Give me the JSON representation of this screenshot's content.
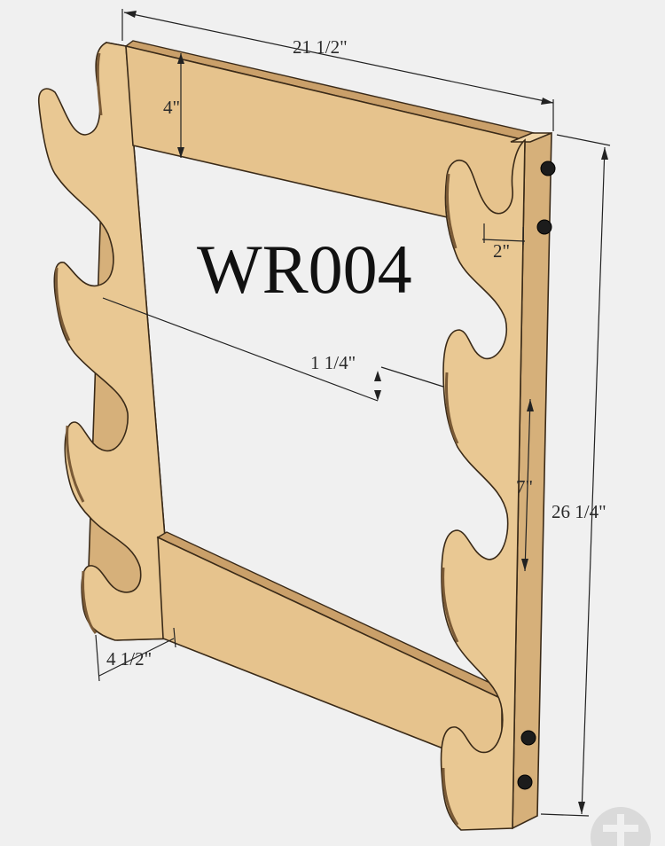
{
  "title": "WR004",
  "dimensions": {
    "width": "21 1/2\"",
    "rail_height": "4\"",
    "hook_opening": "2\"",
    "hook_depth": "1 1/4\"",
    "hook_spacing": "7\"",
    "total_height": "26 1/4\"",
    "upright_width": "4 1/2\""
  },
  "colors": {
    "wood": "#e9c893",
    "background": "#f0f0f0",
    "outline": "#3a2a18"
  }
}
